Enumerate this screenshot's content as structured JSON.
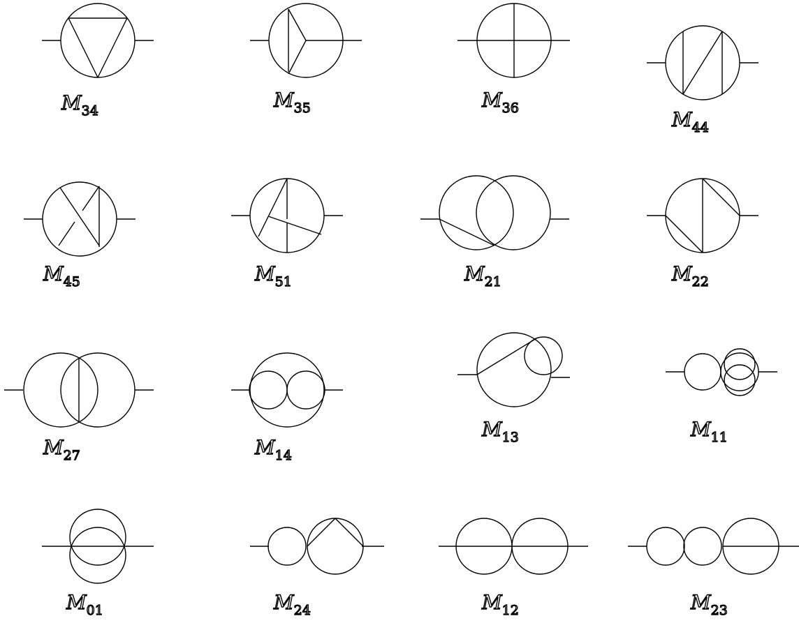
{
  "diagrams": [
    {
      "id": "d34",
      "label": "M",
      "subscript": "34"
    },
    {
      "id": "d35",
      "label": "M",
      "subscript": "35"
    },
    {
      "id": "d36",
      "label": "M",
      "subscript": "36"
    },
    {
      "id": "d44",
      "label": "M",
      "subscript": "44"
    },
    {
      "id": "d45",
      "label": "M",
      "subscript": "45"
    },
    {
      "id": "d51",
      "label": "M",
      "subscript": "51"
    },
    {
      "id": "d21",
      "label": "M",
      "subscript": "21"
    },
    {
      "id": "d22",
      "label": "M",
      "subscript": "22"
    },
    {
      "id": "d27",
      "label": "M",
      "subscript": "27"
    },
    {
      "id": "d14",
      "label": "M",
      "subscript": "14"
    },
    {
      "id": "d13",
      "label": "M",
      "subscript": "13"
    },
    {
      "id": "d11",
      "label": "M",
      "subscript": "11"
    },
    {
      "id": "d01",
      "label": "M",
      "subscript": "01"
    },
    {
      "id": "d24",
      "label": "M",
      "subscript": "24"
    },
    {
      "id": "d12",
      "label": "M",
      "subscript": "12"
    },
    {
      "id": "d23",
      "label": "M",
      "subscript": "23"
    }
  ]
}
